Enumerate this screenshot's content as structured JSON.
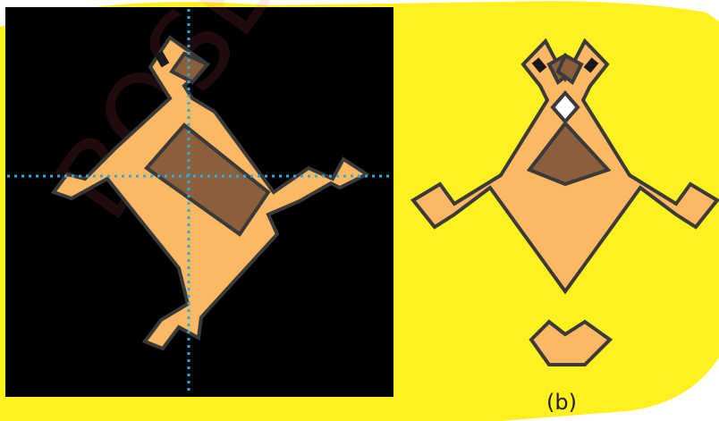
{
  "figure": {
    "caption": "(b)",
    "watermark": "BOSE"
  },
  "colors": {
    "page_background": "#ffffff",
    "yellow_backdrop": "#fff01f",
    "panel_background": "#000000",
    "figure_fill": "#fdb863",
    "figure_dark_fill": "#8b5e3c",
    "outline": "#3a3a3a",
    "guide_line": "#29aee3",
    "watermark": "#ff5a5a"
  },
  "panels": {
    "left": {
      "description_kind": "rotated-figure-with-guides"
    },
    "right": {
      "description_kind": "figure-with-separated-piece"
    }
  }
}
